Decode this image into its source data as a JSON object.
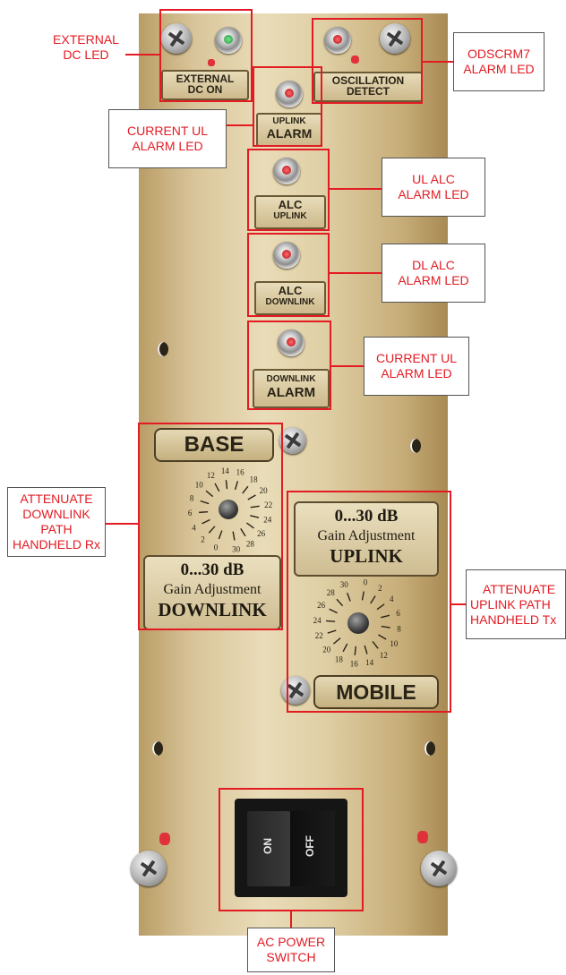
{
  "callouts": {
    "external_dc_led": [
      "EXTERNAL",
      "DC LED"
    ],
    "odscrm7_alarm_led": [
      "ODSCRM7",
      "ALARM LED"
    ],
    "current_ul_alarm_led_top": [
      "CURRENT UL",
      "ALARM LED"
    ],
    "ul_alc_alarm_led": [
      "UL ALC",
      "ALARM LED"
    ],
    "dl_alc_alarm_led": [
      "DL ALC",
      "ALARM LED"
    ],
    "current_ul_alarm_led_bottom": [
      "CURRENT UL",
      "ALARM LED"
    ],
    "attenuate_downlink": [
      "ATTENUATE",
      "DOWNLINK PATH",
      "HANDHELD Rx"
    ],
    "attenuate_uplink": [
      "ATTENUATE",
      "UPLINK PATH",
      "HANDHELD Tx"
    ],
    "ac_power_switch": [
      "AC POWER",
      "SWITCH"
    ]
  },
  "plates": {
    "external_dc_on": [
      "EXTERNAL",
      "DC ON"
    ],
    "oscillation_detect": [
      "OSCILLATION",
      "DETECT"
    ],
    "uplink_alarm": [
      "UPLINK",
      "ALARM"
    ],
    "alc_uplink": [
      "ALC",
      "UPLINK"
    ],
    "alc_downlink": [
      "ALC",
      "DOWNLINK"
    ],
    "downlink_alarm": [
      "DOWNLINK",
      "ALARM"
    ]
  },
  "badges": {
    "base": "BASE",
    "mobile": "MOBILE"
  },
  "gain": {
    "downlink": {
      "range": "0...30 dB",
      "label": "Gain Adjustment",
      "direction": "DOWNLINK"
    },
    "uplink": {
      "range": "0...30 dB",
      "label": "Gain Adjustment",
      "direction": "UPLINK"
    }
  },
  "dial_scale": [
    "0",
    "2",
    "4",
    "6",
    "8",
    "10",
    "12",
    "14",
    "16",
    "18",
    "20",
    "22",
    "24",
    "26",
    "28",
    "30"
  ],
  "switch": {
    "on": "ON",
    "off": "OFF"
  },
  "colors": {
    "highlight": "#e31b23",
    "led_red": "#d4101a",
    "led_green": "#1f9a3a"
  }
}
